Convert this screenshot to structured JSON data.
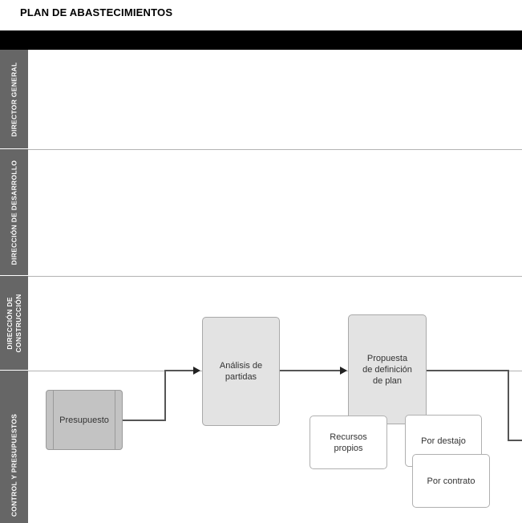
{
  "page": {
    "title": "PLAN DE ABASTECIMIENTOS"
  },
  "colors": {
    "header_band": "#000000",
    "lane_label_bg": "#666666",
    "lane_label_text": "#ffffff",
    "process_fill": "#e3e3e3",
    "predefined_fill": "#c3c3c3",
    "plain_fill": "#ffffff",
    "connector": "#555555",
    "divider": "#b3b3b3"
  },
  "lanes": [
    {
      "id": "director-general",
      "label": "DIRECTOR GENERAL"
    },
    {
      "id": "direccion-desarrollo",
      "label": "DIRECCIÓN DE DESARROLLO"
    },
    {
      "id": "direccion-construccion",
      "label": "DIRECCIÓN DE\nCONSTRUCCIÓN"
    },
    {
      "id": "control-presupuestos",
      "label": "CONTROL Y PRESUPUESTOS"
    }
  ],
  "nodes": [
    {
      "id": "presupuesto",
      "label": "Presupuesto",
      "shape": "predefined-process",
      "lane": "control-presupuestos"
    },
    {
      "id": "analisis-partidas",
      "label": "Análisis de\npartidas",
      "shape": "process",
      "lane": "direccion-construccion"
    },
    {
      "id": "propuesta-definicion-plan",
      "label": "Propuesta\nde definición\nde plan",
      "shape": "process",
      "lane": "direccion-construccion"
    },
    {
      "id": "recursos-propios",
      "label": "Recursos\npropios",
      "shape": "plain",
      "lane": "control-presupuestos"
    },
    {
      "id": "por-destajo",
      "label": "Por destajo",
      "shape": "plain",
      "lane": "control-presupuestos"
    },
    {
      "id": "por-contrato",
      "label": "Por contrato",
      "shape": "plain",
      "lane": "control-presupuestos"
    }
  ],
  "connectors": [
    {
      "id": "presupuesto-to-analisis",
      "from": "presupuesto",
      "to": "analisis-partidas",
      "arrow": true
    },
    {
      "id": "analisis-to-propuesta",
      "from": "analisis-partidas",
      "to": "propuesta-definicion-plan",
      "arrow": true
    },
    {
      "id": "propuesta-to-offpage-right",
      "from": "propuesta-definicion-plan",
      "to": "offpage-right",
      "arrow": false
    }
  ]
}
